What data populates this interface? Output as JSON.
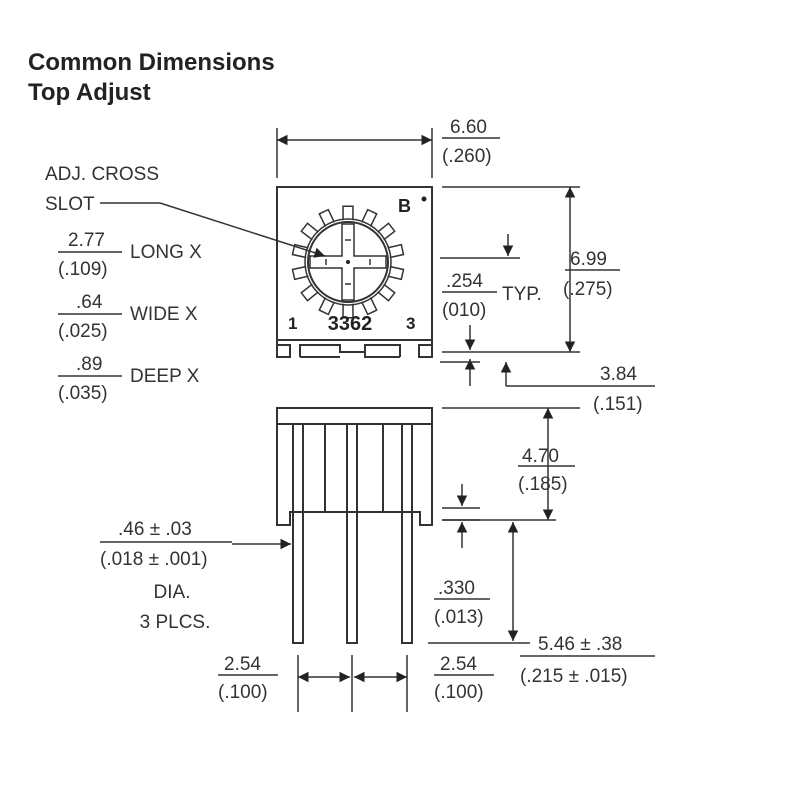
{
  "title": {
    "line1": "Common Dimensions",
    "line2": "Top Adjust"
  },
  "body_markings": {
    "pin1": "1",
    "model": "3362",
    "pin3": "3",
    "logo": "B"
  },
  "left_labels": {
    "adj_cross_line1": "ADJ. CROSS",
    "adj_cross_line2": "SLOT",
    "long": {
      "mm": "2.77",
      "in": "(.109)",
      "label": "LONG X"
    },
    "wide": {
      "mm": ".64",
      "in": "(.025)",
      "label": "WIDE X"
    },
    "deep": {
      "mm": ".89",
      "in": "(.035)",
      "label": "DEEP X"
    }
  },
  "dimensions": {
    "width": {
      "mm": "6.60",
      "in": "(.260)"
    },
    "height": {
      "mm": "6.99",
      "in": "(.275)"
    },
    "typ": {
      "mm": ".254",
      "in": "(010)",
      "label": "TYP."
    },
    "d384": {
      "mm": "3.84",
      "in": "(.151)"
    },
    "d470": {
      "mm": "4.70",
      "in": "(.185)"
    },
    "d330": {
      "mm": ".330",
      "in": "(.013)"
    },
    "d546": {
      "mm": "5.46 ± .38",
      "in": "(.215 ± .015)"
    },
    "pin_dia": {
      "mm": ".46 ± .03",
      "in": "(.018 ± .001)",
      "note1": "DIA.",
      "note2": "3 PLCS."
    },
    "pitch_left": {
      "mm": "2.54",
      "in": "(.100)"
    },
    "pitch_right": {
      "mm": "2.54",
      "in": "(.100)"
    }
  }
}
